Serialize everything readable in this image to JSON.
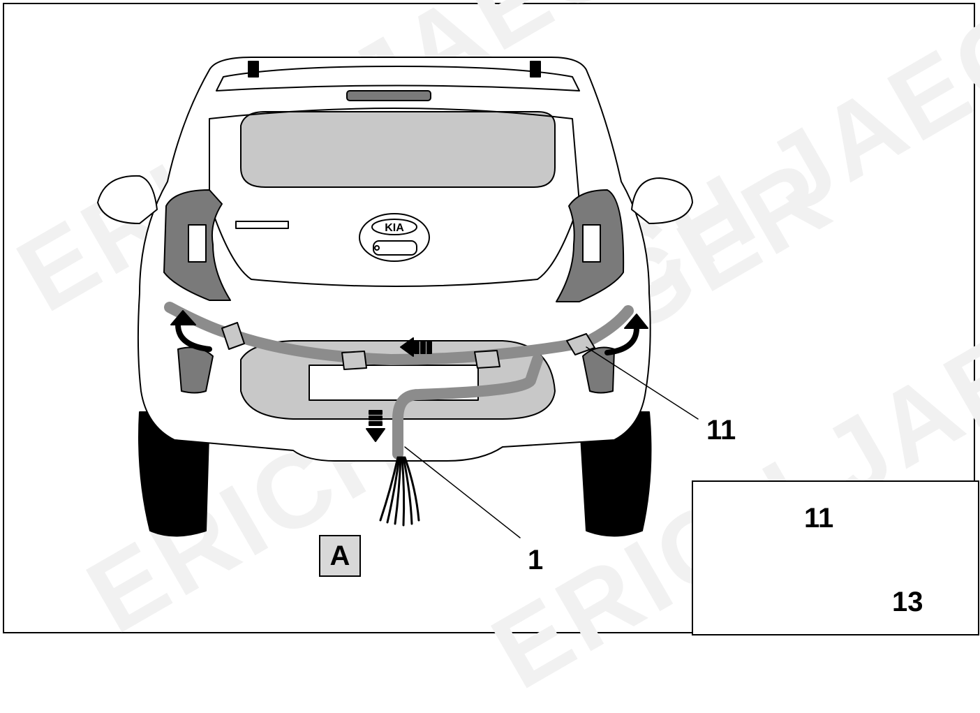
{
  "watermark": "ERICH JAEGER",
  "step_label": "A",
  "callouts": {
    "cable_harness": "1",
    "adhesive_pad_main": "11",
    "adhesive_pad_parts": "11",
    "cable_tie_parts": "13"
  },
  "badge_text": "KIA",
  "colors": {
    "outline": "#000000",
    "harness_grey": "#8c8c8c",
    "light_grey": "#c8c8c8",
    "lamp_grey": "#7a7a7a",
    "step_box_fill": "#d8d8d8"
  }
}
